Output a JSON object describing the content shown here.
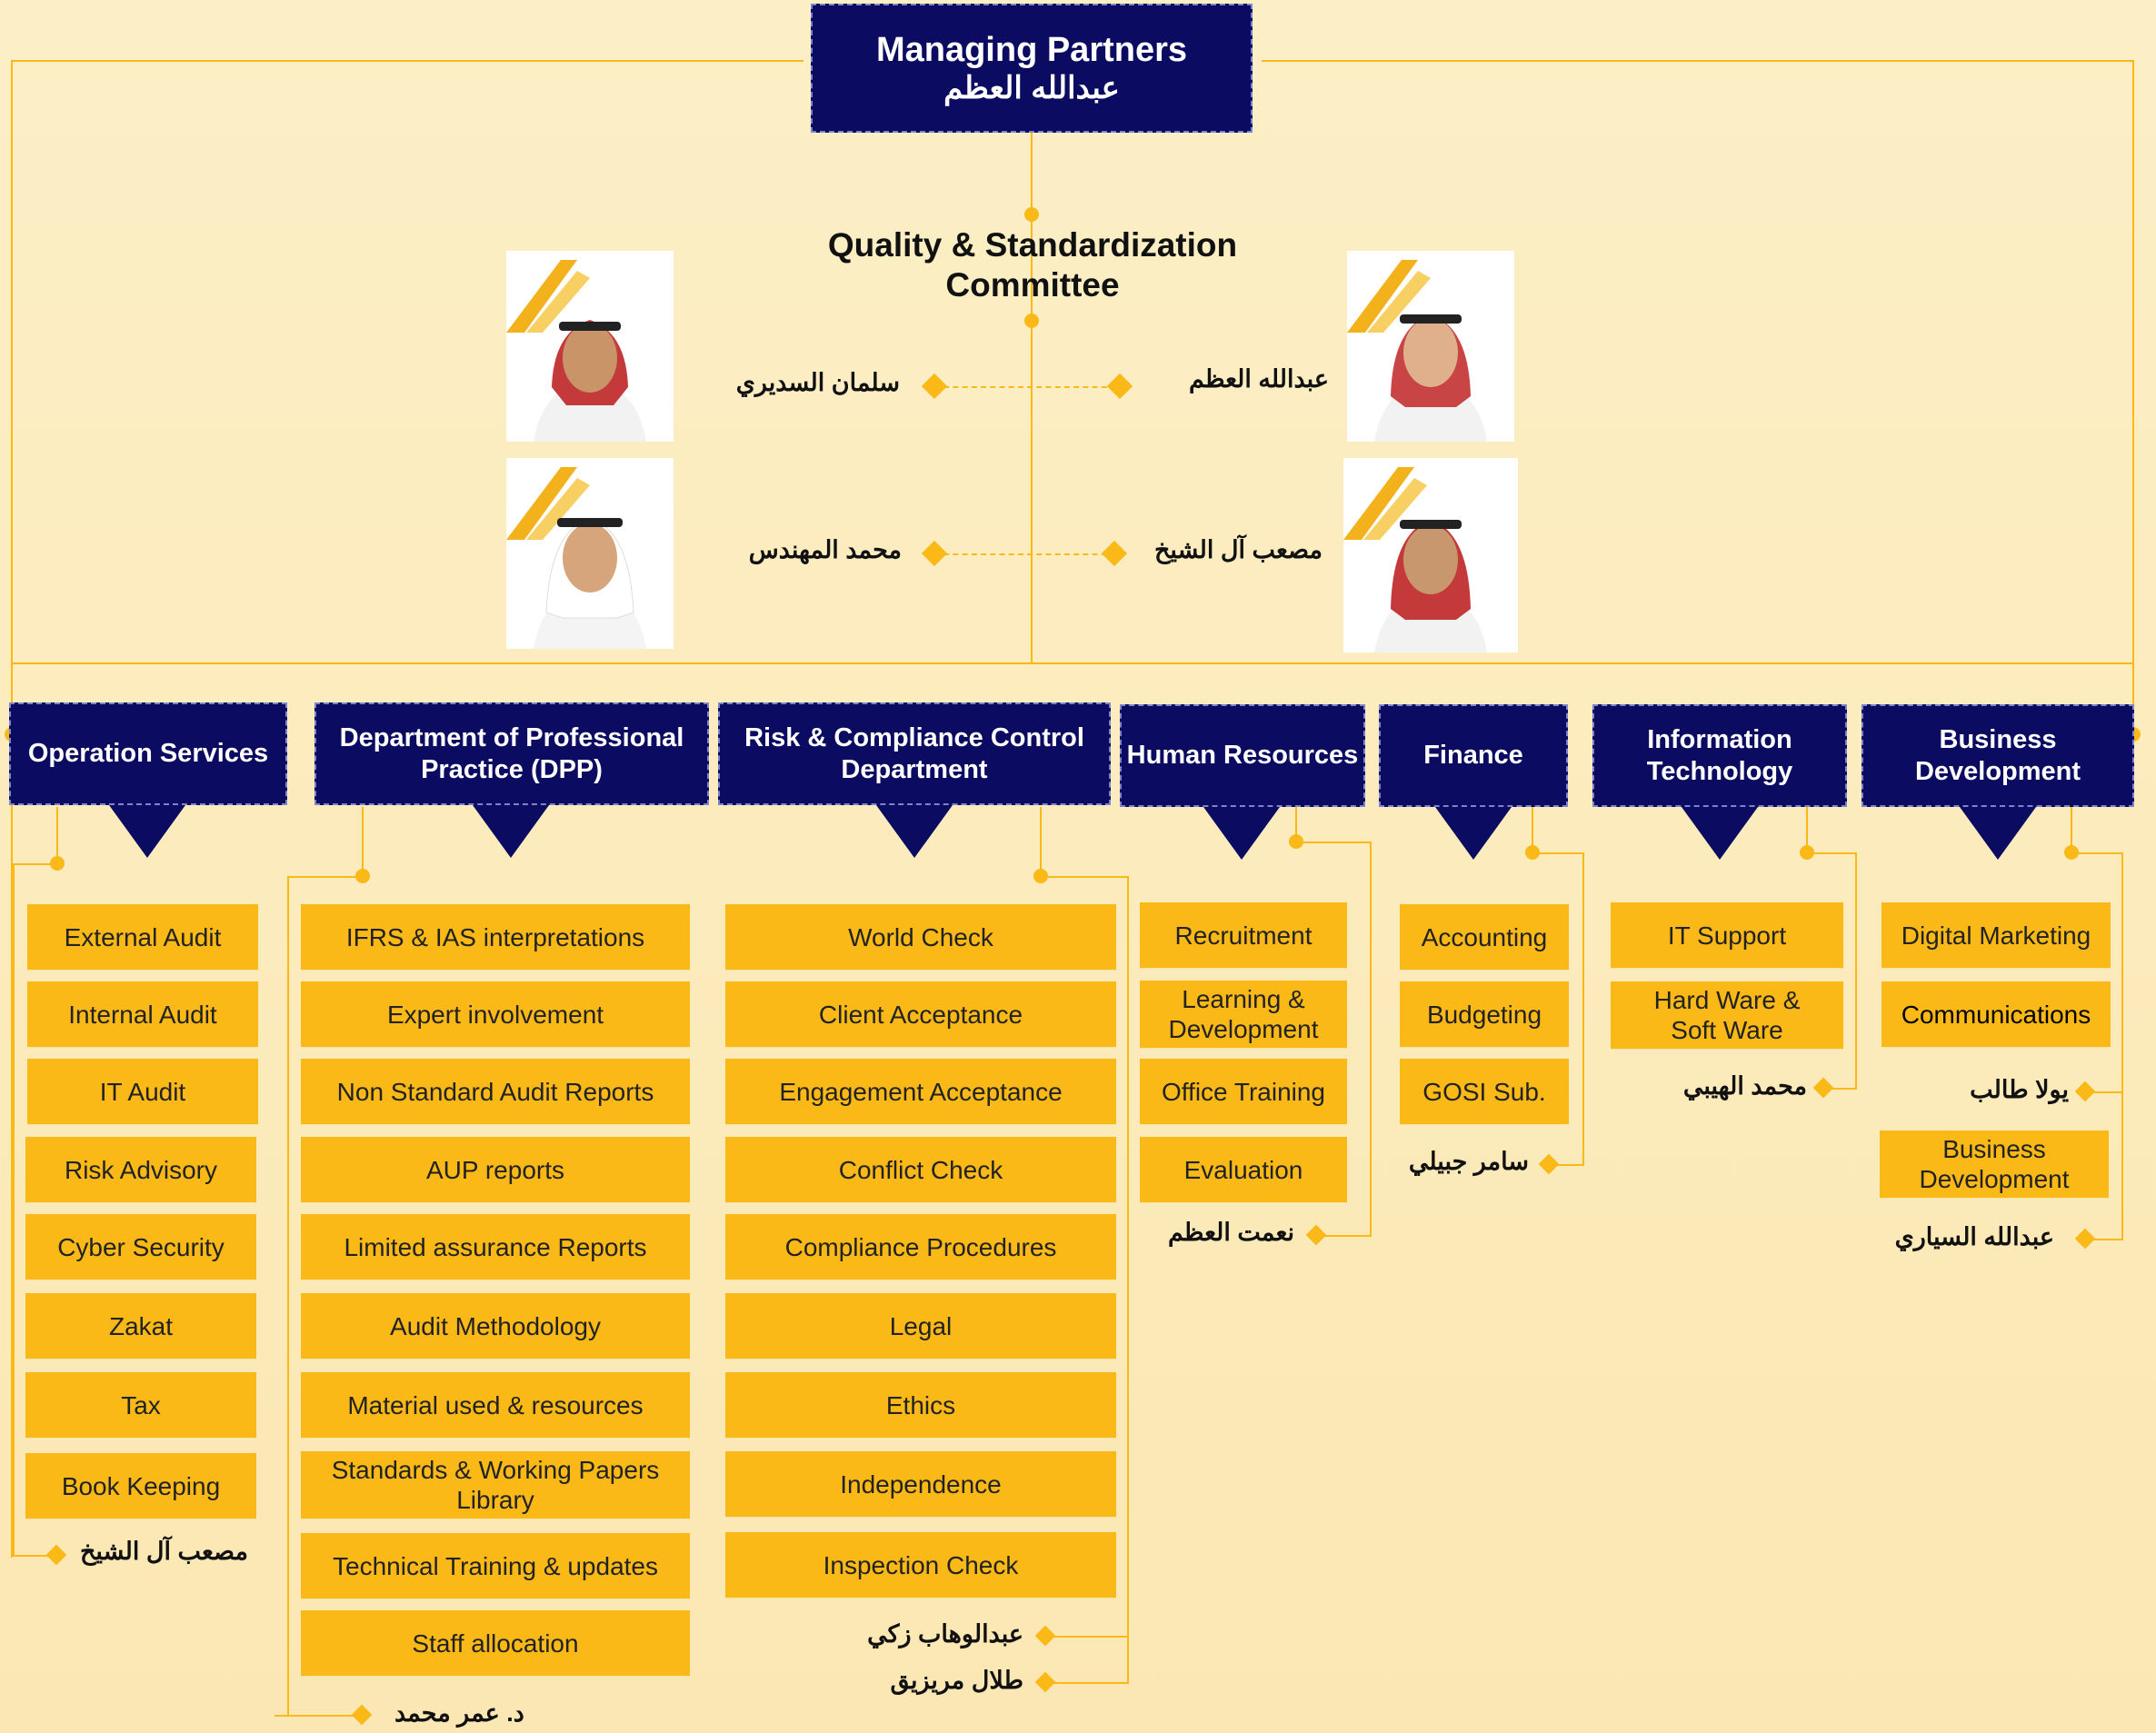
{
  "top": {
    "title": "Managing Partners",
    "name": "عبدالله العظم"
  },
  "committee": {
    "title": "Quality & Standardization Committee"
  },
  "committee_members": [
    "سلمان السديري",
    "عبدالله العظم",
    "محمد المهندس",
    "مصعب آل الشيخ"
  ],
  "departments": [
    {
      "title": "Operation Services",
      "items": [
        "External Audit",
        "Internal Audit",
        "IT Audit",
        "Risk Advisory",
        "Cyber Security",
        "Zakat",
        "Tax",
        "Book Keeping"
      ],
      "heads": [
        "مصعب آل الشيخ"
      ]
    },
    {
      "title": "Department of Professional Practice (DPP)",
      "items": [
        "IFRS & IAS interpretations",
        "Expert involvement",
        "Non Standard Audit Reports",
        "AUP reports",
        "Limited assurance Reports",
        "Audit Methodology",
        "Material used & resources",
        "Standards & Working Papers Library",
        "Technical Training & updates",
        "Staff allocation"
      ],
      "heads": [
        "د. عمر محمد"
      ]
    },
    {
      "title": "Risk & Compliance Control Department",
      "items": [
        "World Check",
        "Client Acceptance",
        "Engagement Acceptance",
        "Conflict Check",
        "Compliance Procedures",
        "Legal",
        "Ethics",
        "Independence",
        "Inspection Check"
      ],
      "heads": [
        "عبدالوهاب زكي",
        "طلال مريزيق"
      ]
    },
    {
      "title": "Human Resources",
      "items": [
        "Recruitment",
        "Learning & Development",
        "Office Training",
        "Evaluation"
      ],
      "heads": [
        "نعمت العظم"
      ]
    },
    {
      "title": "Finance",
      "items": [
        "Accounting",
        "Budgeting",
        "GOSI Sub."
      ],
      "heads": [
        "سامر جبيلي"
      ]
    },
    {
      "title": "Information Technology",
      "items": [
        "IT Support",
        "Hard Ware & Soft Ware"
      ],
      "heads": [
        "محمد الهيبي"
      ]
    },
    {
      "title": "Business Development",
      "items": [
        "Digital Marketing",
        "Communications",
        "Business Development"
      ],
      "heads": [
        "يولا طالب",
        "عبدالله السياري"
      ]
    }
  ],
  "colors": {
    "navy": "#0b0b62",
    "gold": "#fbb917",
    "background": "#fcefc6"
  }
}
